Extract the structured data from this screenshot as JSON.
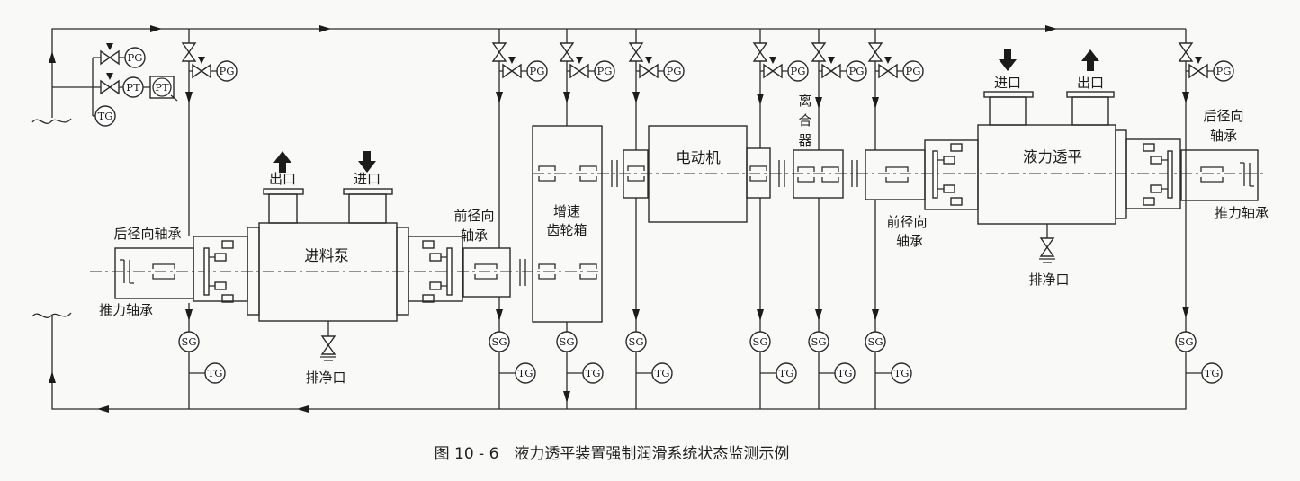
{
  "figure_caption": "图 10 - 6　液力透平装置强制润滑系统状态监测示例",
  "instruments": {
    "pressure_gauge": "PG",
    "pressure_transmitter": "PT",
    "temperature_gauge": "TG",
    "sight_glass": "SG"
  },
  "equipment": {
    "feed_pump": "进料泵",
    "gearbox_line1": "增速",
    "gearbox_line2": "齿轮箱",
    "motor": "电动机",
    "clutch_char1": "离",
    "clutch_char2": "合",
    "clutch_char3": "器",
    "turbine": "液力透平"
  },
  "bearings": {
    "rear_radial": "后径向轴承",
    "rear_radial_line1": "后径向",
    "rear_radial_line2": "轴承",
    "thrust": "推力轴承",
    "front_radial_line1": "前径向",
    "front_radial_line2": "轴承"
  },
  "ports": {
    "outlet": "出口",
    "inlet": "进口",
    "drain": "排净口"
  },
  "colors": {
    "line": "#2b2b2b",
    "text": "#1c1c1c",
    "arrow_fill": "#1c1c1c",
    "background": "#f9f9f7"
  }
}
